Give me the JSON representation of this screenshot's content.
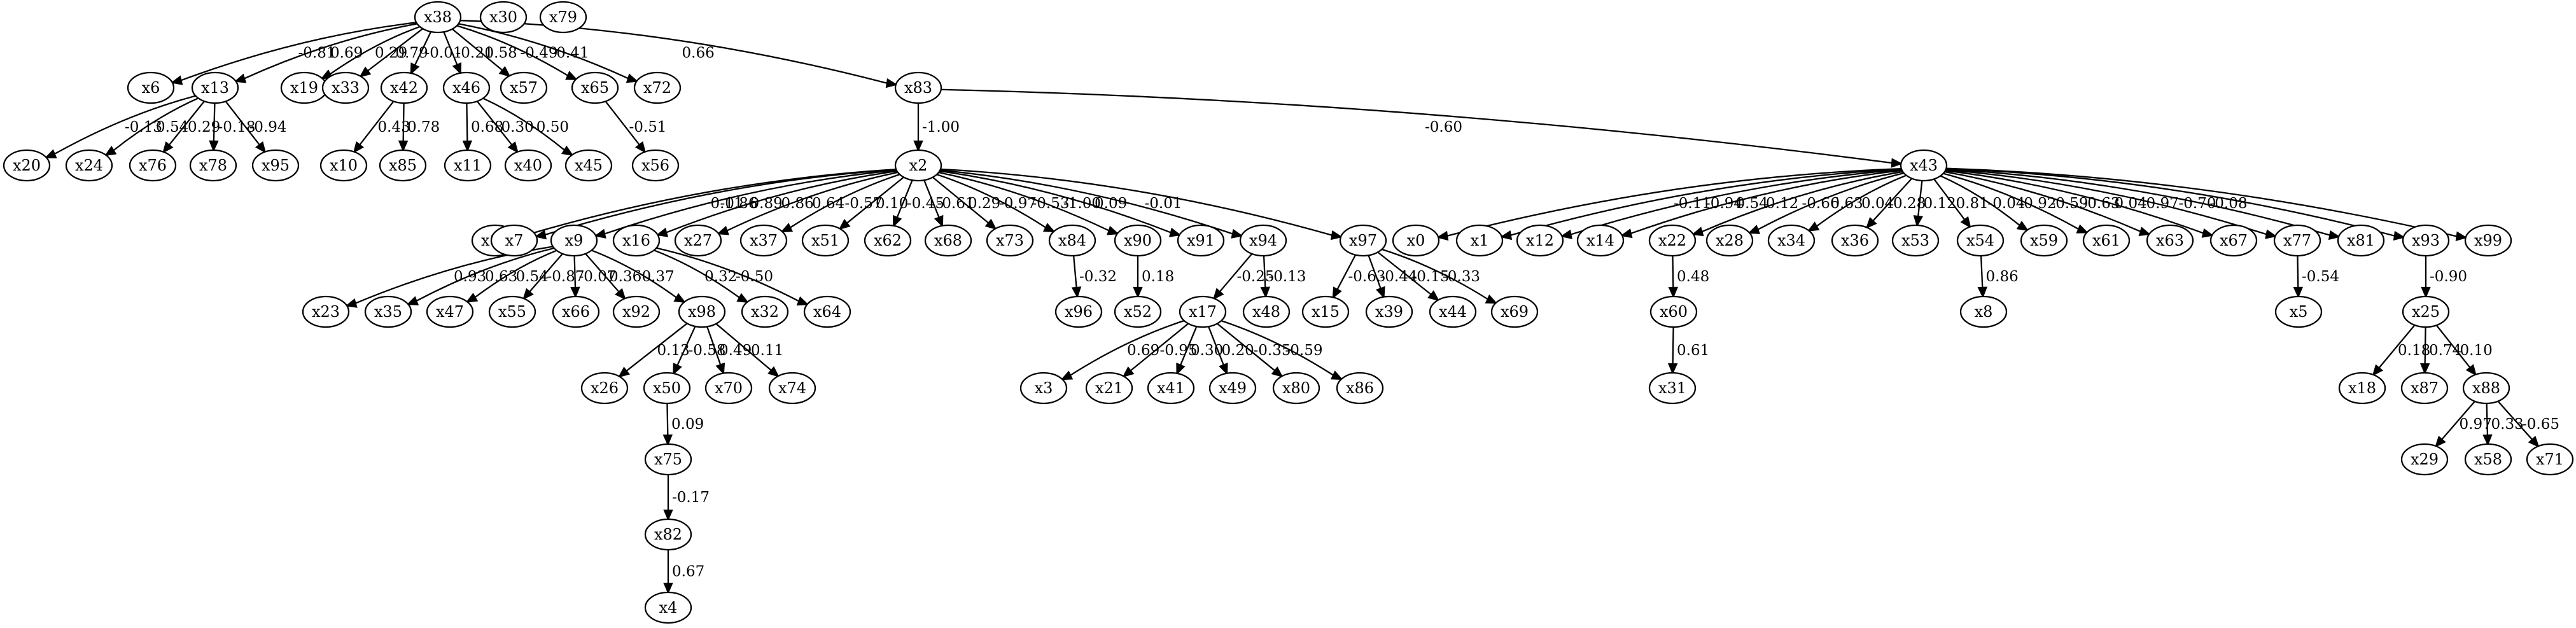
{
  "graph": {
    "nodes": [
      "x38",
      "x30",
      "x79",
      "x6",
      "x13",
      "x19",
      "x33",
      "x42",
      "x46",
      "x57",
      "x65",
      "x72",
      "x83",
      "x20",
      "x24",
      "x76",
      "x78",
      "x95",
      "x10",
      "x85",
      "x11",
      "x40",
      "x45",
      "x56",
      "x2",
      "x43",
      "x89",
      "x7",
      "x9",
      "x16",
      "x27",
      "x37",
      "x51",
      "x62",
      "x68",
      "x73",
      "x84",
      "x90",
      "x91",
      "x94",
      "x97",
      "x0",
      "x1",
      "x12",
      "x14",
      "x22",
      "x28",
      "x34",
      "x36",
      "x53",
      "x54",
      "x59",
      "x61",
      "x63",
      "x67",
      "x77",
      "x81",
      "x93",
      "x99",
      "x23",
      "x35",
      "x47",
      "x55",
      "x66",
      "x92",
      "x98",
      "x32",
      "x64",
      "x96",
      "x52",
      "x17",
      "x48",
      "x15",
      "x39",
      "x44",
      "x69",
      "x60",
      "x8",
      "x5",
      "x25",
      "x26",
      "x50",
      "x70",
      "x74",
      "x3",
      "x21",
      "x41",
      "x49",
      "x80",
      "x86",
      "x31",
      "x18",
      "x87",
      "x88",
      "x75",
      "x29",
      "x58",
      "x71",
      "x82",
      "x4"
    ],
    "edges": [
      {
        "from": "x38",
        "to": "x6",
        "label": "-0.81"
      },
      {
        "from": "x38",
        "to": "x13",
        "label": "0.69"
      },
      {
        "from": "x38",
        "to": "x19",
        "label": "0.29"
      },
      {
        "from": "x38",
        "to": "x33",
        "label": "0.79"
      },
      {
        "from": "x38",
        "to": "x42",
        "label": "-0.01"
      },
      {
        "from": "x38",
        "to": "x46",
        "label": "-0.21"
      },
      {
        "from": "x38",
        "to": "x57",
        "label": "0.58"
      },
      {
        "from": "x38",
        "to": "x65",
        "label": "-0.49"
      },
      {
        "from": "x38",
        "to": "x72",
        "label": "-0.41"
      },
      {
        "from": "x38",
        "to": "x83",
        "label": "0.66"
      },
      {
        "from": "x13",
        "to": "x20",
        "label": "-0.13"
      },
      {
        "from": "x13",
        "to": "x24",
        "label": "0.54"
      },
      {
        "from": "x13",
        "to": "x76",
        "label": "0.29"
      },
      {
        "from": "x13",
        "to": "x78",
        "label": "-0.18"
      },
      {
        "from": "x13",
        "to": "x95",
        "label": "-0.94"
      },
      {
        "from": "x42",
        "to": "x10",
        "label": "0.43"
      },
      {
        "from": "x42",
        "to": "x85",
        "label": "0.78"
      },
      {
        "from": "x46",
        "to": "x11",
        "label": "0.68"
      },
      {
        "from": "x46",
        "to": "x40",
        "label": "0.30"
      },
      {
        "from": "x46",
        "to": "x45",
        "label": "-0.50"
      },
      {
        "from": "x65",
        "to": "x56",
        "label": "-0.51"
      },
      {
        "from": "x83",
        "to": "x2",
        "label": "-1.00"
      },
      {
        "from": "x83",
        "to": "x43",
        "label": "-0.60"
      },
      {
        "from": "x2",
        "to": "x89",
        "label": "0.11"
      },
      {
        "from": "x2",
        "to": "x7",
        "label": "-0.86"
      },
      {
        "from": "x2",
        "to": "x9",
        "label": "0.89"
      },
      {
        "from": "x2",
        "to": "x16",
        "label": "0.86"
      },
      {
        "from": "x2",
        "to": "x27",
        "label": "0.64"
      },
      {
        "from": "x2",
        "to": "x37",
        "label": "-0.57"
      },
      {
        "from": "x2",
        "to": "x51",
        "label": "0.10"
      },
      {
        "from": "x2",
        "to": "x62",
        "label": "-0.45"
      },
      {
        "from": "x2",
        "to": "x68",
        "label": "-0.61"
      },
      {
        "from": "x2",
        "to": "x73",
        "label": "0.29"
      },
      {
        "from": "x2",
        "to": "x84",
        "label": "-0.97"
      },
      {
        "from": "x2",
        "to": "x90",
        "label": "-0.53"
      },
      {
        "from": "x2",
        "to": "x91",
        "label": "-1.00"
      },
      {
        "from": "x2",
        "to": "x94",
        "label": "0.09"
      },
      {
        "from": "x2",
        "to": "x97",
        "label": "-0.01"
      },
      {
        "from": "x43",
        "to": "x0",
        "label": "-0.11"
      },
      {
        "from": "x43",
        "to": "x1",
        "label": "-0.94"
      },
      {
        "from": "x43",
        "to": "x12",
        "label": "0.54"
      },
      {
        "from": "x43",
        "to": "x14",
        "label": "0.12"
      },
      {
        "from": "x43",
        "to": "x22",
        "label": "-0.66"
      },
      {
        "from": "x43",
        "to": "x28",
        "label": "0.63"
      },
      {
        "from": "x43",
        "to": "x34",
        "label": "0.04"
      },
      {
        "from": "x43",
        "to": "x36",
        "label": "0.28"
      },
      {
        "from": "x43",
        "to": "x53",
        "label": "0.12"
      },
      {
        "from": "x43",
        "to": "x54",
        "label": "0.81"
      },
      {
        "from": "x43",
        "to": "x59",
        "label": "-0.04"
      },
      {
        "from": "x43",
        "to": "x61",
        "label": "-0.92"
      },
      {
        "from": "x43",
        "to": "x63",
        "label": "-0.59"
      },
      {
        "from": "x43",
        "to": "x67",
        "label": "-0.63"
      },
      {
        "from": "x43",
        "to": "x77",
        "label": "0.04"
      },
      {
        "from": "x43",
        "to": "x81",
        "label": "0.97"
      },
      {
        "from": "x43",
        "to": "x93",
        "label": "-0.70"
      },
      {
        "from": "x43",
        "to": "x99",
        "label": "-0.08"
      },
      {
        "from": "x9",
        "to": "x23",
        "label": "0.93"
      },
      {
        "from": "x9",
        "to": "x35",
        "label": "0.63"
      },
      {
        "from": "x9",
        "to": "x47",
        "label": "0.54"
      },
      {
        "from": "x9",
        "to": "x55",
        "label": "-0.87"
      },
      {
        "from": "x9",
        "to": "x66",
        "label": "-0.07"
      },
      {
        "from": "x9",
        "to": "x92",
        "label": "0.36"
      },
      {
        "from": "x9",
        "to": "x98",
        "label": "0.37"
      },
      {
        "from": "x16",
        "to": "x32",
        "label": "0.32"
      },
      {
        "from": "x16",
        "to": "x64",
        "label": "-0.50"
      },
      {
        "from": "x84",
        "to": "x96",
        "label": "-0.32"
      },
      {
        "from": "x90",
        "to": "x52",
        "label": "0.18"
      },
      {
        "from": "x94",
        "to": "x17",
        "label": "-0.25"
      },
      {
        "from": "x94",
        "to": "x48",
        "label": "-0.13"
      },
      {
        "from": "x97",
        "to": "x15",
        "label": "-0.63"
      },
      {
        "from": "x97",
        "to": "x39",
        "label": "-0.44"
      },
      {
        "from": "x97",
        "to": "x44",
        "label": "-0.15"
      },
      {
        "from": "x97",
        "to": "x69",
        "label": "-0.33"
      },
      {
        "from": "x22",
        "to": "x60",
        "label": "0.48"
      },
      {
        "from": "x54",
        "to": "x8",
        "label": "0.86"
      },
      {
        "from": "x77",
        "to": "x5",
        "label": "-0.54"
      },
      {
        "from": "x93",
        "to": "x25",
        "label": "-0.90"
      },
      {
        "from": "x98",
        "to": "x26",
        "label": "0.13"
      },
      {
        "from": "x98",
        "to": "x50",
        "label": "-0.58"
      },
      {
        "from": "x98",
        "to": "x70",
        "label": "0.49"
      },
      {
        "from": "x98",
        "to": "x74",
        "label": "0.11"
      },
      {
        "from": "x17",
        "to": "x3",
        "label": "0.69"
      },
      {
        "from": "x17",
        "to": "x21",
        "label": "-0.95"
      },
      {
        "from": "x17",
        "to": "x41",
        "label": "0.30"
      },
      {
        "from": "x17",
        "to": "x49",
        "label": "0.20"
      },
      {
        "from": "x17",
        "to": "x80",
        "label": "-0.35"
      },
      {
        "from": "x17",
        "to": "x86",
        "label": "-0.59"
      },
      {
        "from": "x60",
        "to": "x31",
        "label": "0.61"
      },
      {
        "from": "x25",
        "to": "x18",
        "label": "0.18"
      },
      {
        "from": "x25",
        "to": "x87",
        "label": "0.74"
      },
      {
        "from": "x25",
        "to": "x88",
        "label": "0.10"
      },
      {
        "from": "x50",
        "to": "x75",
        "label": "0.09"
      },
      {
        "from": "x88",
        "to": "x29",
        "label": "0.97"
      },
      {
        "from": "x88",
        "to": "x58",
        "label": "0.33"
      },
      {
        "from": "x88",
        "to": "x71",
        "label": "-0.65"
      },
      {
        "from": "x75",
        "to": "x82",
        "label": "-0.17"
      },
      {
        "from": "x82",
        "to": "x4",
        "label": "0.67"
      }
    ]
  }
}
